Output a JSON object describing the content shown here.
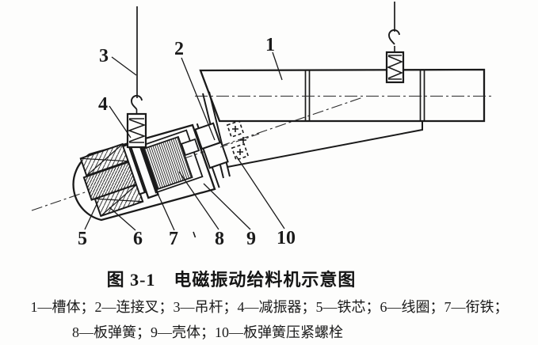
{
  "figure": {
    "title": "图 3-1　电磁振动给料机示意图",
    "legend_line_1": "1—槽体；2—连接叉；3—吊杆；4—减振器；5—铁芯；6—线圈；7—衔铁；",
    "legend_line_2": "8—板弹簧；9—壳体；10—板弹簧压紧螺栓"
  },
  "diagram": {
    "type": "technical-schematic",
    "subject": "电磁振动给料机示意图",
    "part_labels": [
      {
        "num": "1",
        "name": "槽体"
      },
      {
        "num": "2",
        "name": "连接叉"
      },
      {
        "num": "3",
        "name": "吊杆"
      },
      {
        "num": "4",
        "name": "减振器"
      },
      {
        "num": "5",
        "name": "铁芯"
      },
      {
        "num": "6",
        "name": "线圈"
      },
      {
        "num": "7",
        "name": "衔铁"
      },
      {
        "num": "8",
        "name": "板弹簧"
      },
      {
        "num": "9",
        "name": "壳体"
      },
      {
        "num": "10",
        "name": "板弹簧压紧螺栓"
      }
    ],
    "colors": {
      "line": "#1a1a1a",
      "background": "#fdfdfc"
    }
  }
}
